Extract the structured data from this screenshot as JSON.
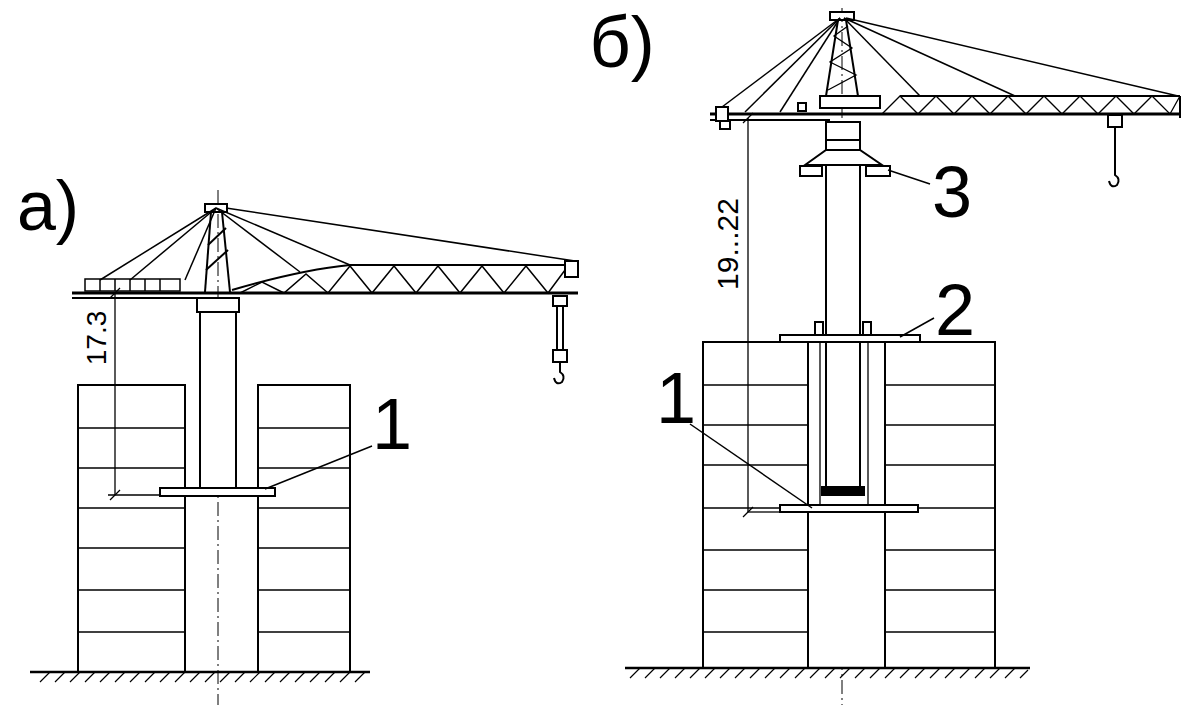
{
  "diagram": {
    "labels": [
      "а)",
      "17.3",
      "1",
      "б)",
      "19...22",
      "1",
      "2",
      "3"
    ]
  }
}
